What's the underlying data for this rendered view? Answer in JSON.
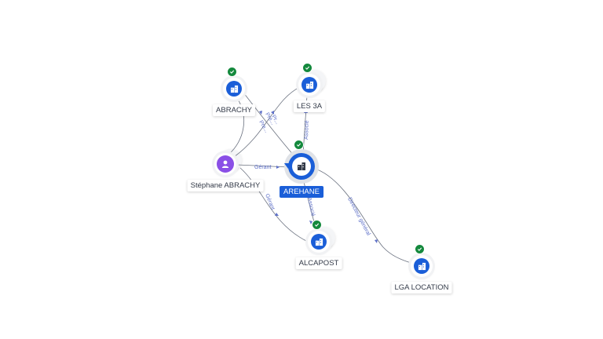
{
  "nodes": {
    "abrachy": {
      "label": "ABRACHY",
      "kind": "company-icon",
      "verified": true
    },
    "les3a": {
      "label": "LES 3A",
      "kind": "company-icon",
      "verified": true
    },
    "stephane": {
      "label": "Stéphane ABRACHY",
      "kind": "person-icon",
      "verified": false
    },
    "arehane": {
      "label": "AREHANE",
      "kind": "company-icon",
      "verified": true,
      "focused": true
    },
    "alcapost": {
      "label": "ALCAPOST",
      "kind": "company-icon",
      "verified": true
    },
    "lga": {
      "label": "LGA LOCATION",
      "kind": "company-icon",
      "verified": true
    }
  },
  "edges": {
    "stephane_arehane": "Gérant",
    "stephane_alcapost": "Gérant",
    "les3a_arehane": "Associé",
    "arehane_alcapost": "Associé",
    "arehane_lga": "Directeur général",
    "abrachy_arehane_1": "Pr...",
    "abrachy_arehane_2": "Pré...",
    "abrachy_arehane_3": "Pre..."
  },
  "colors": {
    "company": "#1a5ed8",
    "person": "#8a4fe6",
    "verified": "#14893d",
    "edge_line": "#6b7280",
    "edge_label": "#5e70c8"
  }
}
